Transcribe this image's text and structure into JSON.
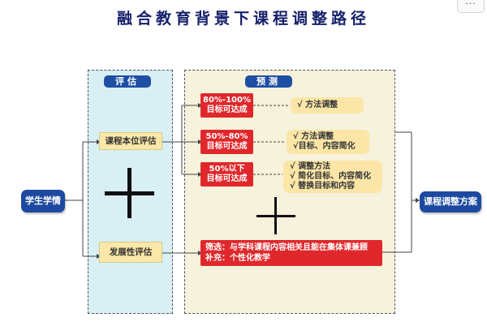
{
  "title": "融合教育背景下课程调整路径",
  "menu": {
    "dots": "···"
  },
  "left_panel": {
    "label": "评估"
  },
  "right_panel": {
    "label": "预测"
  },
  "nodes": {
    "student": "学生学情",
    "course_eval": "课程本位评估",
    "dev_eval": "发展性评估",
    "plan": "课程调整方案"
  },
  "predictions": [
    {
      "line1": "80%-100%",
      "line2": "目标可达成",
      "notes": [
        "√ 方法调整"
      ]
    },
    {
      "line1": "50%-80%",
      "line2": "目标可达成",
      "notes": [
        "√ 方法调整",
        "√目标、内容简化"
      ]
    },
    {
      "line1": "50%以下",
      "line2": "目标可达成",
      "notes": [
        "√ 调整方法",
        "√ 简化目标、内容简化",
        "√ 替换目标和内容"
      ]
    }
  ],
  "screening": {
    "line1": "筛选：与学科课程内容相关且能在集体课兼顾",
    "line2": "补充：个性化教学"
  },
  "colors": {
    "accent_blue": "#1e4fa3",
    "alert_red": "#e0282c",
    "note_yellow": "#fbe6a8"
  }
}
